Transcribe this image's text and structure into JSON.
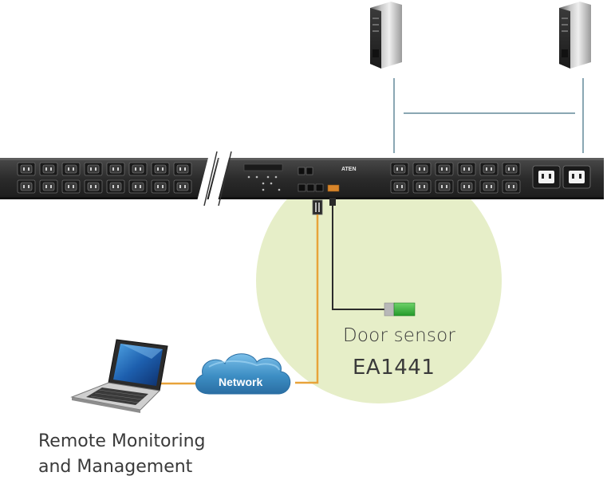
{
  "diagram": {
    "door_sensor": {
      "label": "Door sensor",
      "model": "EA1441"
    },
    "remote": {
      "line1": "Remote Monitoring",
      "line2": "and Management"
    },
    "cloud": {
      "label": "Network"
    },
    "pdu": {
      "brand": "ATEN"
    },
    "colors": {
      "highlight_circle": "#e6eec8",
      "network_cable": "#e8a33a",
      "sensor_cable": "#2b2b2b",
      "server_link": "#8aa7b3",
      "sensor_green": "#36b43a",
      "cloud_blue": "#3d8ec4",
      "pdu_body": "#2e2e2e"
    },
    "icons": [
      "server-icon",
      "laptop-icon",
      "cloud-icon",
      "pdu-strip",
      "door-sensor-icon"
    ]
  }
}
